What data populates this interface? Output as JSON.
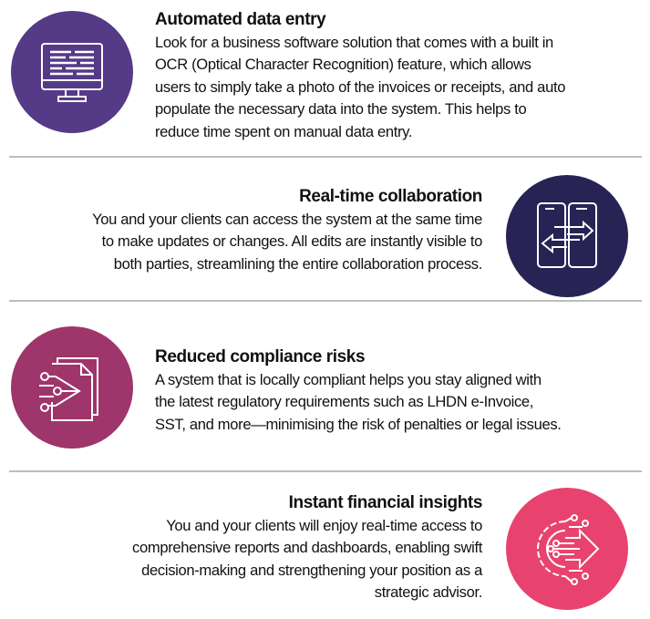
{
  "colors": {
    "purple": "#553a87",
    "navy": "#272354",
    "plum": "#9e356b",
    "pink": "#e8436f",
    "divider": "#bdbdbd"
  },
  "features": [
    {
      "title": "Automated data entry",
      "icon": "monitor-icon",
      "lines": [
        "Look for a business software solution that comes with a built in",
        "OCR (Optical Character Recognition) feature, which allows",
        "users to simply take a photo of the invoices or receipts, and auto",
        "populate the necessary data into the system. This helps to",
        "reduce time spent on manual data entry."
      ]
    },
    {
      "title": "Real-time collaboration",
      "icon": "sync-devices-icon",
      "lines": [
        "You and your clients can access the system at the same time",
        "to make updates or changes. All edits are instantly visible to",
        "both parties, streamlining the entire collaboration process."
      ]
    },
    {
      "title": "Reduced compliance risks",
      "icon": "document-flow-icon",
      "lines": [
        "A system that is locally compliant helps you stay aligned with",
        "the latest regulatory requirements such as LHDN e-Invoice,",
        "SST, and more—minimising the risk of penalties or legal issues."
      ]
    },
    {
      "title": "Instant financial insights",
      "icon": "gear-circuit-arrow-icon",
      "lines": [
        "You and your clients will enjoy real-time access to",
        "comprehensive reports and dashboards, enabling swift",
        "decision-making and strengthening your position as a",
        "strategic advisor."
      ]
    }
  ]
}
